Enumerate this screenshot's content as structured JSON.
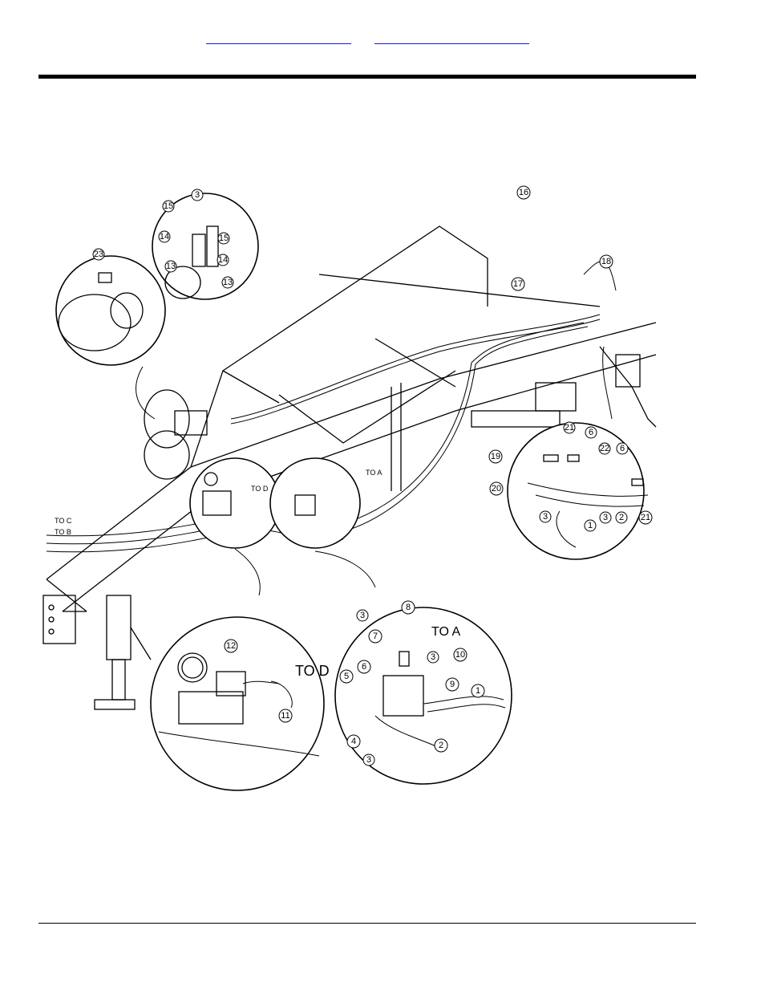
{
  "header": {
    "links": [
      {
        "text": ""
      },
      {
        "text": ""
      }
    ]
  },
  "figure": {
    "destinations": [
      "TO A",
      "TO B",
      "TO C",
      "TO D"
    ],
    "callouts": [
      "1",
      "2",
      "3",
      "4",
      "5",
      "6",
      "7",
      "8",
      "9",
      "10",
      "11",
      "12",
      "13",
      "14",
      "15",
      "16",
      "17",
      "18",
      "19",
      "20",
      "21",
      "22",
      "23"
    ]
  },
  "footer": {}
}
